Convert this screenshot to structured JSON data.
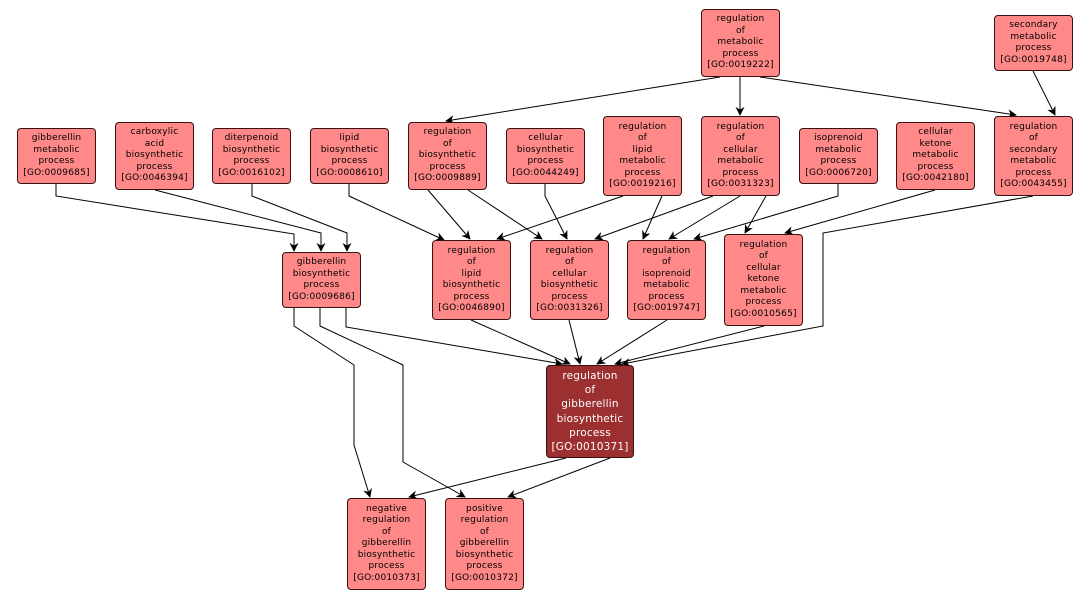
{
  "graph": {
    "title": "GO term ancestry graph for regulation of gibberellin biosynthetic process",
    "colors": {
      "node_fill": "#ff8888",
      "focus_fill": "#9c2f2f",
      "edge": "#000000"
    },
    "nodes": [
      {
        "id": "GO:0019222",
        "lines": [
          "regulation",
          "of",
          "metabolic",
          "process"
        ],
        "go": "[GO:0019222]"
      },
      {
        "id": "GO:0019748",
        "lines": [
          "secondary",
          "metabolic",
          "process"
        ],
        "go": "[GO:0019748]"
      },
      {
        "id": "GO:0009685",
        "lines": [
          "gibberellin",
          "metabolic",
          "process"
        ],
        "go": "[GO:0009685]"
      },
      {
        "id": "GO:0046394",
        "lines": [
          "carboxylic",
          "acid",
          "biosynthetic",
          "process"
        ],
        "go": "[GO:0046394]"
      },
      {
        "id": "GO:0016102",
        "lines": [
          "diterpenoid",
          "biosynthetic",
          "process"
        ],
        "go": "[GO:0016102]"
      },
      {
        "id": "GO:0008610",
        "lines": [
          "lipid",
          "biosynthetic",
          "process"
        ],
        "go": "[GO:0008610]"
      },
      {
        "id": "GO:0009889",
        "lines": [
          "regulation",
          "of",
          "biosynthetic",
          "process"
        ],
        "go": "[GO:0009889]"
      },
      {
        "id": "GO:0044249",
        "lines": [
          "cellular",
          "biosynthetic",
          "process"
        ],
        "go": "[GO:0044249]"
      },
      {
        "id": "GO:0019216",
        "lines": [
          "regulation",
          "of",
          "lipid",
          "metabolic",
          "process"
        ],
        "go": "[GO:0019216]"
      },
      {
        "id": "GO:0031323",
        "lines": [
          "regulation",
          "of",
          "cellular",
          "metabolic",
          "process"
        ],
        "go": "[GO:0031323]"
      },
      {
        "id": "GO:0006720",
        "lines": [
          "isoprenoid",
          "metabolic",
          "process"
        ],
        "go": "[GO:0006720]"
      },
      {
        "id": "GO:0042180",
        "lines": [
          "cellular",
          "ketone",
          "metabolic",
          "process"
        ],
        "go": "[GO:0042180]"
      },
      {
        "id": "GO:0043455",
        "lines": [
          "regulation",
          "of",
          "secondary",
          "metabolic",
          "process"
        ],
        "go": "[GO:0043455]"
      },
      {
        "id": "GO:0009686",
        "lines": [
          "gibberellin",
          "biosynthetic",
          "process"
        ],
        "go": "[GO:0009686]"
      },
      {
        "id": "GO:0046890",
        "lines": [
          "regulation",
          "of",
          "lipid",
          "biosynthetic",
          "process"
        ],
        "go": "[GO:0046890]"
      },
      {
        "id": "GO:0031326",
        "lines": [
          "regulation",
          "of",
          "cellular",
          "biosynthetic",
          "process"
        ],
        "go": "[GO:0031326]"
      },
      {
        "id": "GO:0019747",
        "lines": [
          "regulation",
          "of",
          "isoprenoid",
          "metabolic",
          "process"
        ],
        "go": "[GO:0019747]"
      },
      {
        "id": "GO:0010565",
        "lines": [
          "regulation",
          "of",
          "cellular",
          "ketone",
          "metabolic",
          "process"
        ],
        "go": "[GO:0010565]"
      },
      {
        "id": "GO:0010371",
        "lines": [
          "regulation",
          "of",
          "gibberellin",
          "biosynthetic",
          "process"
        ],
        "go": "[GO:0010371]",
        "focus": true
      },
      {
        "id": "GO:0010373",
        "lines": [
          "negative",
          "regulation",
          "of",
          "gibberellin",
          "biosynthetic",
          "process"
        ],
        "go": "[GO:0010373]"
      },
      {
        "id": "GO:0010372",
        "lines": [
          "positive",
          "regulation",
          "of",
          "gibberellin",
          "biosynthetic",
          "process"
        ],
        "go": "[GO:0010372]"
      }
    ],
    "edges": [
      {
        "from": "GO:0019222",
        "to": "GO:0009889"
      },
      {
        "from": "GO:0019222",
        "to": "GO:0031323"
      },
      {
        "from": "GO:0019222",
        "to": "GO:0043455"
      },
      {
        "from": "GO:0019748",
        "to": "GO:0043455"
      },
      {
        "from": "GO:0009685",
        "to": "GO:0009686"
      },
      {
        "from": "GO:0046394",
        "to": "GO:0009686"
      },
      {
        "from": "GO:0016102",
        "to": "GO:0009686"
      },
      {
        "from": "GO:0008610",
        "to": "GO:0046890"
      },
      {
        "from": "GO:0009889",
        "to": "GO:0046890"
      },
      {
        "from": "GO:0009889",
        "to": "GO:0031326"
      },
      {
        "from": "GO:0044249",
        "to": "GO:0031326"
      },
      {
        "from": "GO:0019216",
        "to": "GO:0046890"
      },
      {
        "from": "GO:0019216",
        "to": "GO:0019747"
      },
      {
        "from": "GO:0031323",
        "to": "GO:0031326"
      },
      {
        "from": "GO:0031323",
        "to": "GO:0019747"
      },
      {
        "from": "GO:0031323",
        "to": "GO:0010565"
      },
      {
        "from": "GO:0006720",
        "to": "GO:0019747"
      },
      {
        "from": "GO:0042180",
        "to": "GO:0010565"
      },
      {
        "from": "GO:0043455",
        "to": "GO:0010371"
      },
      {
        "from": "GO:0009686",
        "to": "GO:0010371"
      },
      {
        "from": "GO:0009686",
        "to": "GO:0010373"
      },
      {
        "from": "GO:0009686",
        "to": "GO:0010372"
      },
      {
        "from": "GO:0046890",
        "to": "GO:0010371"
      },
      {
        "from": "GO:0031326",
        "to": "GO:0010371"
      },
      {
        "from": "GO:0019747",
        "to": "GO:0010371"
      },
      {
        "from": "GO:0010565",
        "to": "GO:0010371"
      },
      {
        "from": "GO:0010371",
        "to": "GO:0010373"
      },
      {
        "from": "GO:0010371",
        "to": "GO:0010372"
      }
    ]
  }
}
